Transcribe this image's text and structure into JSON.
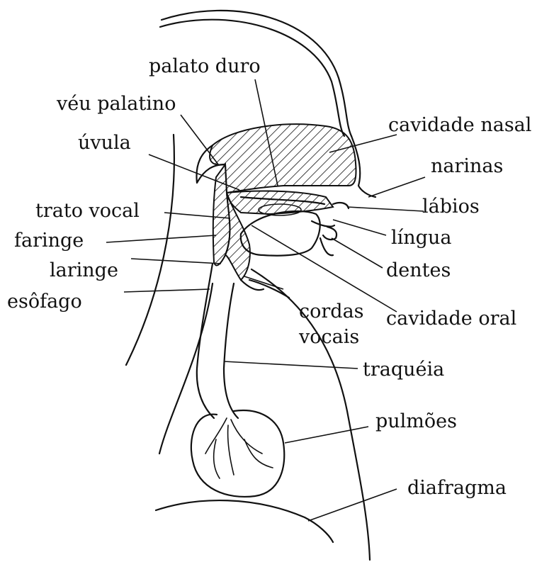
{
  "labels": {
    "palato_duro": "palato duro",
    "veu_palatino": "véu palatino",
    "cavidade_nasal": "cavidade nasal",
    "uvula": "úvula",
    "narinas": "narinas",
    "labios": "lábios",
    "trato_vocal": "trato vocal",
    "faringe": "faringe",
    "lingua": "língua",
    "laringe": "laringe",
    "dentes": "dentes",
    "esofago": "esôfago",
    "cordas": "cordas",
    "vocais": "vocais",
    "cavidade_oral": "cavidade oral",
    "traqueia": "traquéia",
    "pulmoes": "pulmões",
    "diafragma": "diafragma"
  },
  "colors": {
    "ink": "#111111",
    "paper": "#ffffff"
  }
}
